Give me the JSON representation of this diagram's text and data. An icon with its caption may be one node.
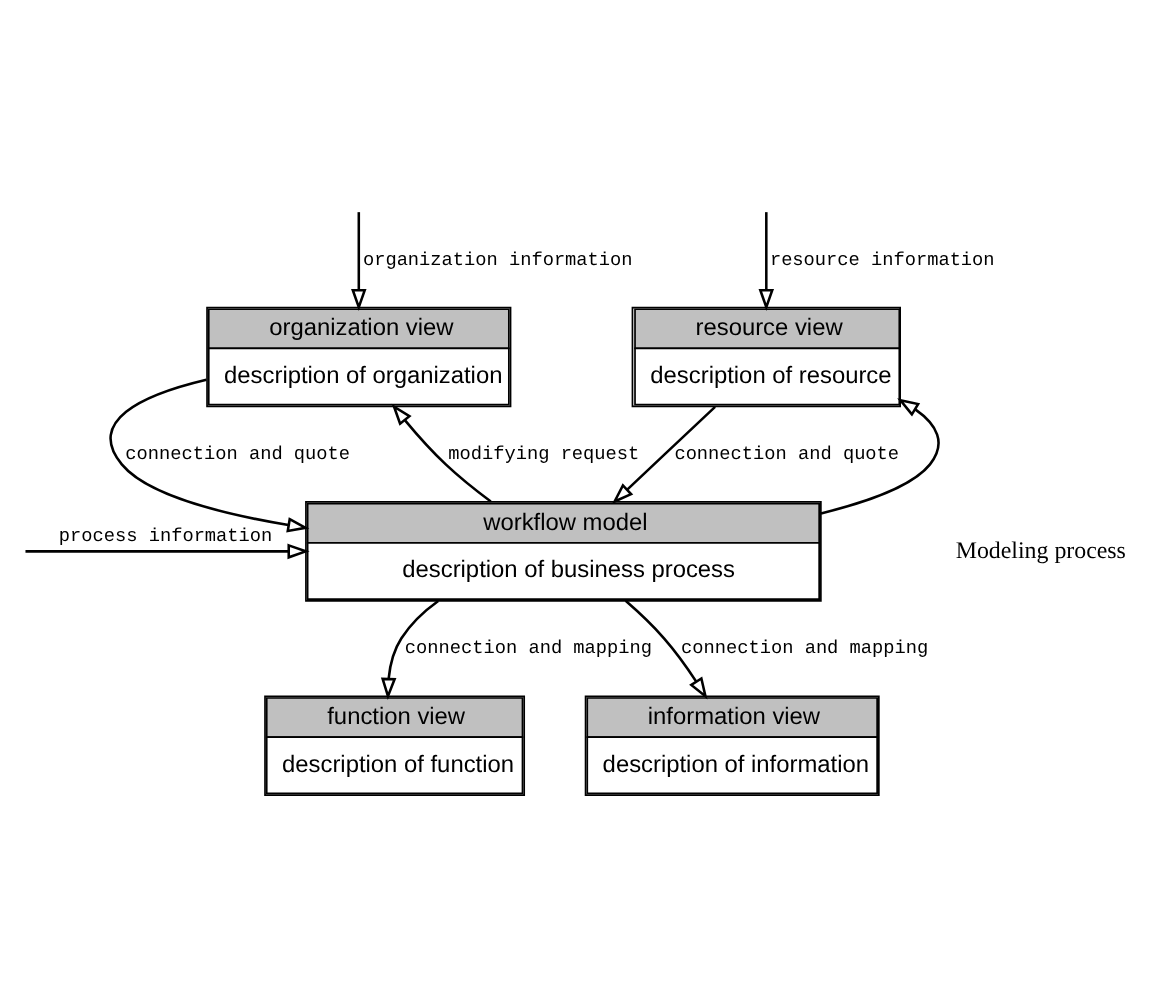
{
  "diagram": {
    "nodes": [
      {
        "text": [
          "organization view",
          "description of organization"
        ]
      },
      {
        "text": [
          "resource view",
          "description of resource"
        ]
      },
      {
        "text": [
          "workflow model",
          "description of business process"
        ]
      },
      {
        "text": [
          "function view",
          "description of function"
        ]
      },
      {
        "text": [
          "information view",
          "description of information"
        ]
      }
    ],
    "edges": [
      {
        "from": null,
        "to": 0,
        "arrow": "to",
        "label": "organization information"
      },
      {
        "from": null,
        "to": 1,
        "arrow": "to",
        "label": "resource information"
      },
      {
        "from": 0,
        "to": 2,
        "arrow": "to",
        "label": "connection and quote"
      },
      {
        "from": 2,
        "to": 0,
        "arrow": "to",
        "label": "modifying request"
      },
      {
        "from": 2,
        "to": 1,
        "arrow": "to"
      },
      {
        "from": 1,
        "to": 2,
        "arrow": "to",
        "label": "connection and quote"
      },
      {
        "from": null,
        "to": 2,
        "arrow": "to",
        "label": "process information"
      },
      {
        "from": 2,
        "to": 3,
        "arrow": "to",
        "label": "connection and mapping"
      },
      {
        "from": 2,
        "to": 4,
        "arrow": "to",
        "label": "connection and mapping"
      }
    ],
    "labels": [
      "Modeling process"
    ]
  }
}
